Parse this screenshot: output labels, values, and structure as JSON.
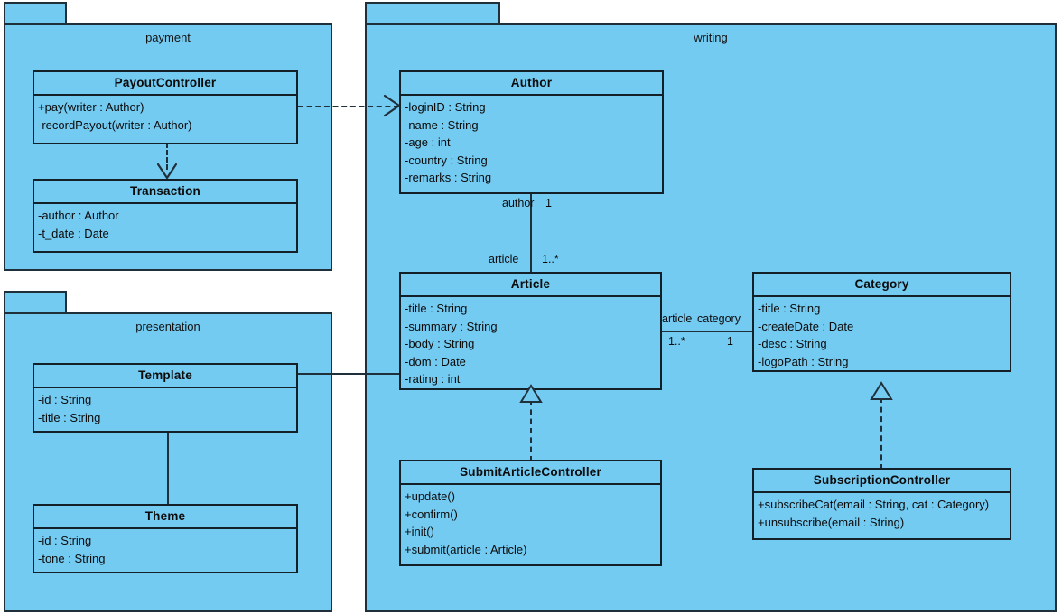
{
  "diagram": {
    "title": "UML class diagram",
    "colors": {
      "package_fill": "#74cbf2",
      "class_fill": "#74cbf2",
      "stroke": "#20303a",
      "text": "#0b0b0b",
      "background": "#ffffff"
    }
  },
  "packages": [
    {
      "id": "payment",
      "name": "payment"
    },
    {
      "id": "presentation",
      "name": "presentation"
    },
    {
      "id": "writing",
      "name": "writing"
    }
  ],
  "classes": {
    "payout_controller": {
      "name": "PayoutController",
      "members": [
        "+pay(writer : Author)",
        "-recordPayout(writer : Author)"
      ]
    },
    "transaction": {
      "name": "Transaction",
      "members": [
        "-author : Author",
        "-t_date : Date"
      ]
    },
    "template": {
      "name": "Template",
      "members": [
        "-id : String",
        "-title : String"
      ]
    },
    "theme": {
      "name": "Theme",
      "members": [
        "-id : String",
        "-tone : String"
      ]
    },
    "author": {
      "name": "Author",
      "members": [
        "-loginID : String",
        "-name : String",
        "-age : int",
        "-country : String",
        "-remarks : String"
      ]
    },
    "article": {
      "name": "Article",
      "members": [
        "-title : String",
        "-summary : String",
        "-body : String",
        "-dom : Date",
        "-rating : int"
      ]
    },
    "category": {
      "name": "Category",
      "members": [
        "-title : String",
        "-createDate : Date",
        "-desc : String",
        "-logoPath : String"
      ]
    },
    "submit_article_controller": {
      "name": "SubmitArticleController",
      "members": [
        "+update()",
        "+confirm()",
        "+init()",
        "+submit(article : Article)"
      ]
    },
    "subscription_controller": {
      "name": "SubscriptionController",
      "members": [
        "+subscribeCat(email : String, cat : Category)",
        "+unsubscribe(email : String)"
      ]
    }
  },
  "associations": {
    "author_article": {
      "role_author": "author",
      "mult_author": "1",
      "role_article": "article",
      "mult_article": "1..*"
    },
    "article_category": {
      "role_article": "article",
      "role_category": "category",
      "mult_article": "1..*",
      "mult_category": "1"
    }
  }
}
